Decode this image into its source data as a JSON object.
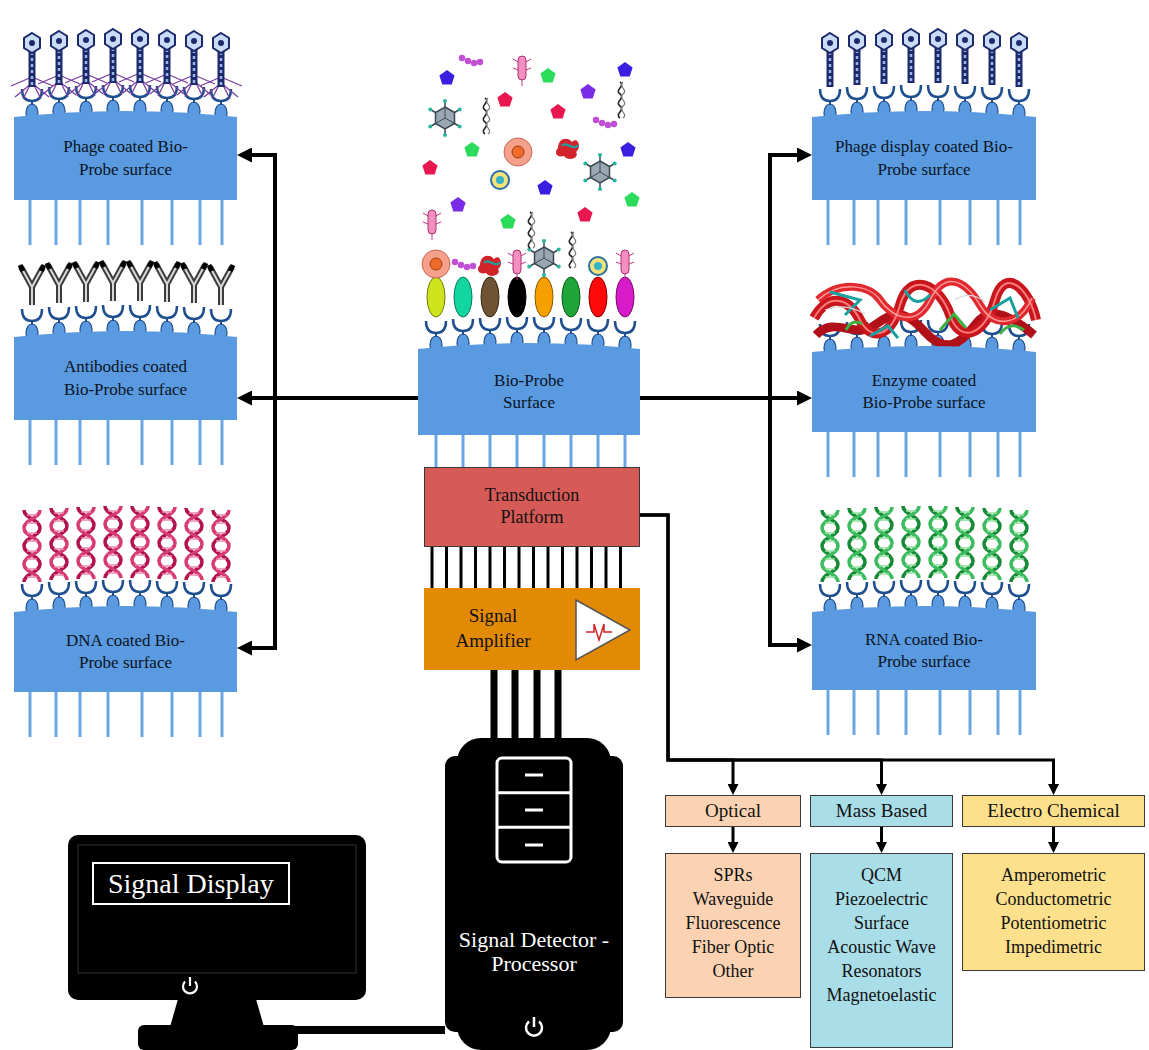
{
  "diagram": {
    "nodes": [
      {
        "text": [
          "Phage coated Bio- Probe surface"
        ]
      },
      {
        "text": [
          "Antibodies coated Bio-Probe surface"
        ]
      },
      {
        "text": [
          "DNA coated Bio-Probe surface"
        ]
      },
      {
        "text": [
          "Bio-Probe Surface"
        ]
      },
      {
        "text": [
          "Phage display coated Bio- Probe surface"
        ]
      },
      {
        "text": [
          "Enzyme coated Bio-Probe surface"
        ]
      },
      {
        "text": [
          "RNA coated Bio-Probe surface"
        ]
      },
      {
        "text": [
          "Transduction Platform"
        ]
      },
      {
        "text": [
          "Signal Amplifier"
        ]
      },
      {
        "text": [
          "Signal Detector -Processor"
        ]
      },
      {
        "text": [
          "Signal Display"
        ]
      },
      {
        "text": [
          "Optical"
        ]
      },
      {
        "text": [
          "SPRs Waveguide Fluorescence Fiber Optic Other"
        ]
      },
      {
        "text": [
          "Mass Based"
        ]
      },
      {
        "text": [
          "QCM Piezoelectric Surface Acoustic Wave Resonators Magnetoelastic"
        ]
      },
      {
        "text": [
          "Electro Chemical"
        ]
      },
      {
        "text": [
          "Amperometric Conductometric Potentiometric Impedimetric"
        ]
      }
    ],
    "edges": [
      {
        "from": 3,
        "to": 0,
        "arrow": "to"
      },
      {
        "from": 3,
        "to": 1,
        "arrow": "to"
      },
      {
        "from": 3,
        "to": 2,
        "arrow": "to"
      },
      {
        "from": 3,
        "to": 4,
        "arrow": "to"
      },
      {
        "from": 3,
        "to": 5,
        "arrow": "to"
      },
      {
        "from": 3,
        "to": 6,
        "arrow": "to"
      },
      {
        "from": 3,
        "to": 7,
        "arrow": "none"
      },
      {
        "from": 7,
        "to": 8,
        "arrow": "none"
      },
      {
        "from": 8,
        "to": 9,
        "arrow": "none"
      },
      {
        "from": 9,
        "to": 10,
        "arrow": "none"
      },
      {
        "from": 7,
        "to": 11,
        "arrow": "to"
      },
      {
        "from": 7,
        "to": 13,
        "arrow": "to"
      },
      {
        "from": 7,
        "to": 15,
        "arrow": "to"
      },
      {
        "from": 11,
        "to": 12,
        "arrow": "to"
      },
      {
        "from": 13,
        "to": 14,
        "arrow": "to"
      },
      {
        "from": 15,
        "to": 16,
        "arrow": "to"
      }
    ]
  }
}
